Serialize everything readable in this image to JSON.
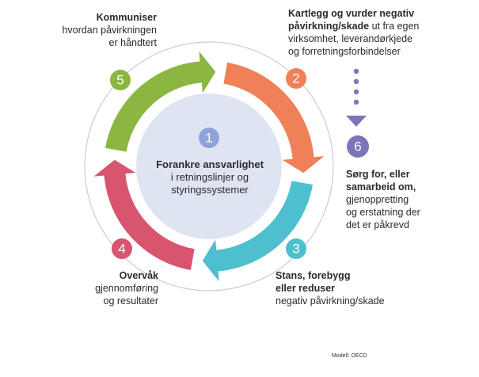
{
  "center": {
    "number": "1",
    "title": "Forankre ansvarlighet",
    "line2": "i retningslinjer og",
    "line3": "styringssystemer"
  },
  "steps": [
    {
      "number": "2",
      "color": "#ef8057",
      "bold": "Kartlegg og vurder negativ påvirkning/skade",
      "text": "ut fra egen virksomhet, leverandørkjede og forretningsforbindelser",
      "lines": [
        "Kartlegg og vurder negativ",
        "påvirkning/skade",
        " ut fra egen",
        "virksomhet, leverandørkjede",
        "og forretningsforbindelser"
      ]
    },
    {
      "number": "3",
      "color": "#4ebfcf",
      "bold": "Stans, forebygg eller reduser",
      "text": "negativ påvirkning/skade",
      "lines": [
        "Stans, forebygg",
        "eller reduser",
        "negativ påvirkning/skade"
      ]
    },
    {
      "number": "4",
      "color": "#d9546e",
      "bold": "Overvåk",
      "text": "gjennomføring og resultater",
      "lines": [
        "Overvåk",
        "gjennomføring",
        "og resultater"
      ]
    },
    {
      "number": "5",
      "color": "#8ab641",
      "bold": "Kommuniser",
      "text": "hvordan påvirkningen er håndtert",
      "lines": [
        "Kommuniser",
        "hvordan påvirkningen",
        "er håndtert"
      ]
    },
    {
      "number": "6",
      "color": "#7b77b6",
      "bold": "Sørg for, eller samarbeid om,",
      "text": "gjenoppretting og erstatning der det er påkrevd",
      "lines": [
        "Sørg for, eller",
        "samarbeid om,",
        "gjenoppretting",
        "og erstatning der",
        "det er påkrevd"
      ]
    }
  ],
  "credit": "Modell: OECD"
}
